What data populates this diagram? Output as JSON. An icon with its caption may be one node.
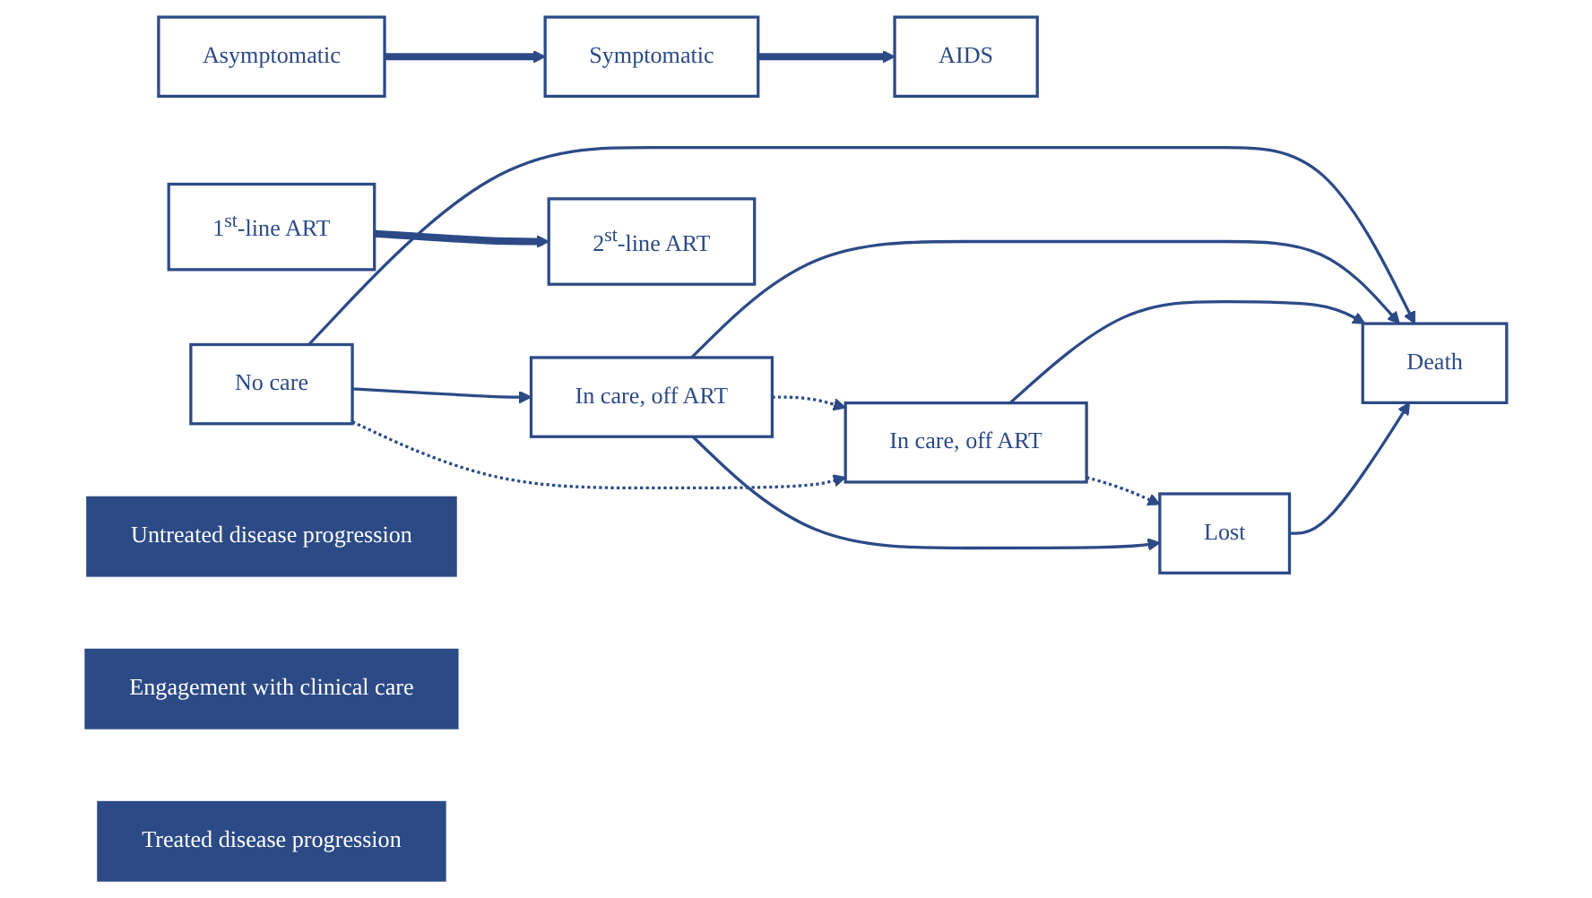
{
  "diagram": {
    "nodes": [
      {
        "text": [
          "Asymptomatic"
        ]
      },
      {
        "text": [
          "Symptomatic"
        ]
      },
      {
        "text": [
          "AIDS"
        ]
      },
      {
        "text": [
          "No care"
        ]
      },
      {
        "text": [
          "In care, off ART"
        ]
      },
      {
        "text": [
          "In care, off ART"
        ]
      },
      {
        "text": [
          "Lost"
        ]
      },
      {
        "text": [
          "Death"
        ]
      },
      {
        "text": [
          "1$^{st}$-line ART"
        ]
      },
      {
        "text": [
          "2$^{st}$-line ART"
        ]
      },
      {
        "text": [
          "Untreated disease progression"
        ]
      },
      {
        "text": [
          "Engagement with clinical care"
        ]
      },
      {
        "text": [
          "Treated disease progression"
        ]
      }
    ],
    "edges": [
      {
        "from": 0,
        "to": 1,
        "arrow": "to",
        "style": "thick"
      },
      {
        "from": 1,
        "to": 2,
        "arrow": "to",
        "style": "thick"
      },
      {
        "from": 3,
        "to": 4,
        "arrow": "to"
      },
      {
        "from": 4,
        "to": 5,
        "arrow": "to",
        "style": "dashed"
      },
      {
        "from": 5,
        "to": 6,
        "arrow": "to",
        "style": "dashed"
      },
      {
        "from": 3,
        "to": 5,
        "arrow": "to",
        "style": "dashed"
      },
      {
        "from": 4,
        "to": 6,
        "arrow": "to"
      },
      {
        "from": 3,
        "to": 7,
        "arrow": "to"
      },
      {
        "from": 4,
        "to": 7,
        "arrow": "to"
      },
      {
        "from": 5,
        "to": 7,
        "arrow": "to"
      },
      {
        "from": 6,
        "to": 7,
        "arrow": "to"
      },
      {
        "from": 8,
        "to": 9,
        "arrow": "to",
        "style": "thick"
      }
    ]
  }
}
